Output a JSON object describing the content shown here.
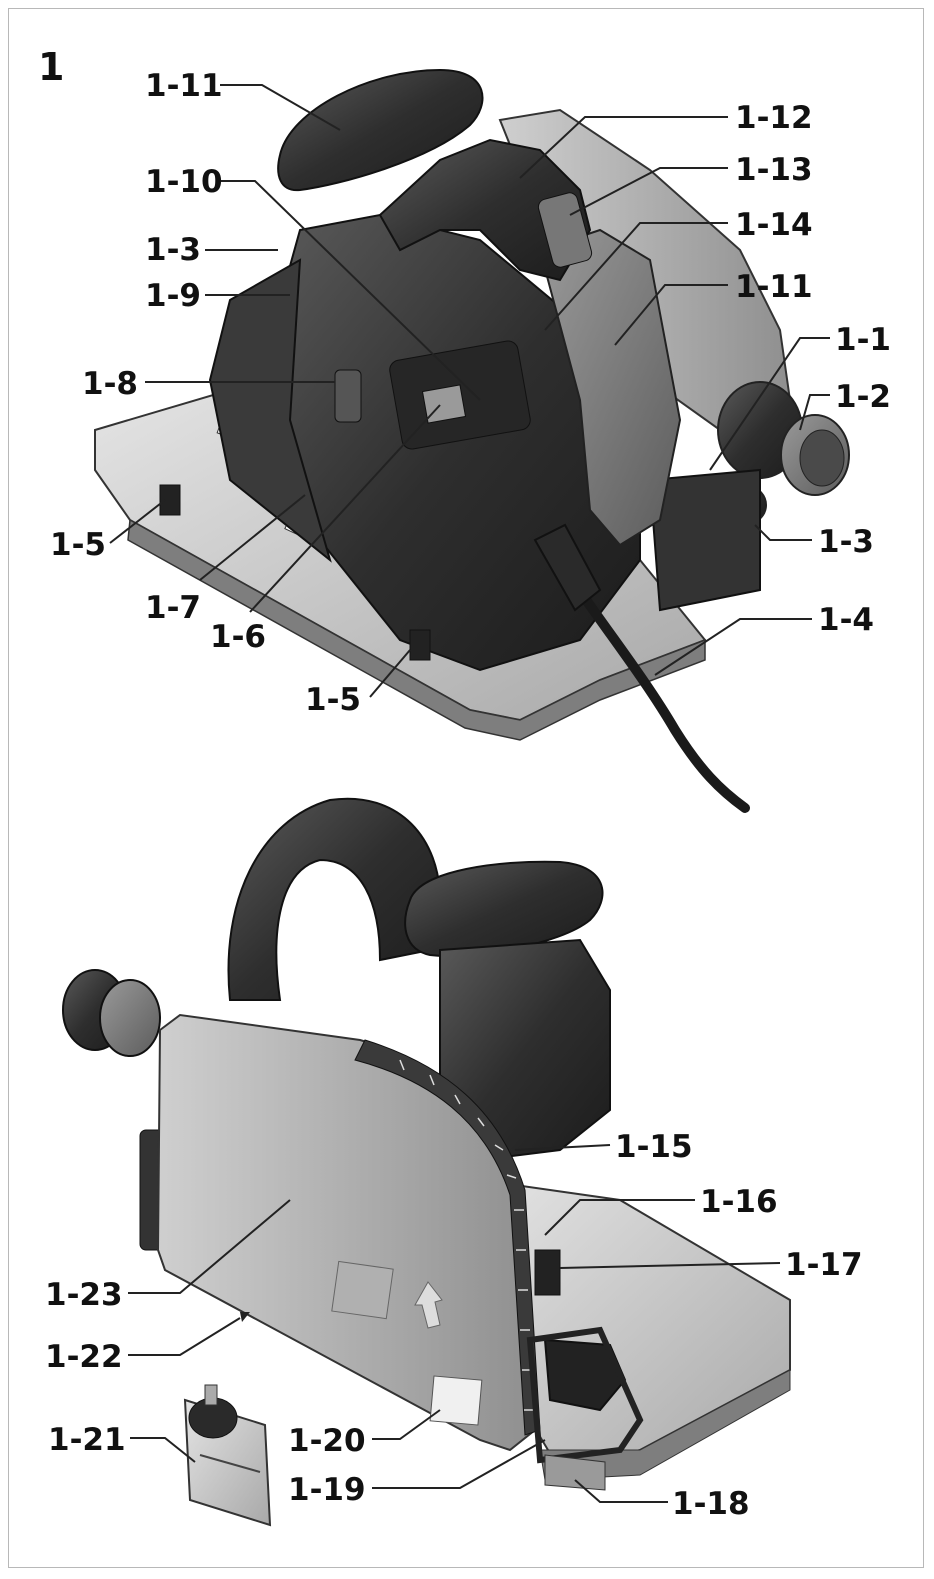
{
  "figure": {
    "number": "1"
  },
  "labels": {
    "l1_11a": "1-11",
    "l1_12": "1-12",
    "l1_10": "1-10",
    "l1_13": "1-13",
    "l1_3a": "1-3",
    "l1_14": "1-14",
    "l1_9": "1-9",
    "l1_11b": "1-11",
    "l1_1": "1-1",
    "l1_8": "1-8",
    "l1_2": "1-2",
    "l1_5a": "1-5",
    "l1_3b": "1-3",
    "l1_7": "1-7",
    "l1_6": "1-6",
    "l1_4": "1-4",
    "l1_5b": "1-5",
    "l1_15": "1-15",
    "l1_16": "1-16",
    "l1_17": "1-17",
    "l1_23": "1-23",
    "l1_22": "1-22",
    "l1_21": "1-21",
    "l1_20": "1-20",
    "l1_19": "1-19",
    "l1_18": "1-18"
  }
}
